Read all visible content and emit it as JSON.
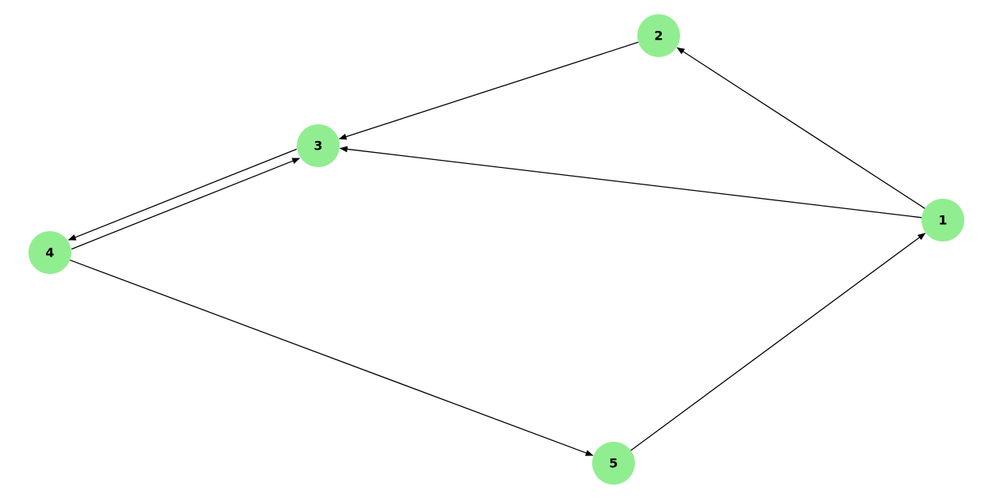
{
  "colors": {
    "node_fill": "#90ee90",
    "edge": "#000000",
    "background": "#ffffff"
  },
  "nodes": [
    {
      "id": "1",
      "label": "1"
    },
    {
      "id": "2",
      "label": "2"
    },
    {
      "id": "3",
      "label": "3"
    },
    {
      "id": "4",
      "label": "4"
    },
    {
      "id": "5",
      "label": "5"
    }
  ],
  "edges": [
    {
      "from": "1",
      "to": "2"
    },
    {
      "from": "1",
      "to": "3"
    },
    {
      "from": "2",
      "to": "3"
    },
    {
      "from": "3",
      "to": "4"
    },
    {
      "from": "4",
      "to": "3"
    },
    {
      "from": "4",
      "to": "5"
    },
    {
      "from": "5",
      "to": "1"
    }
  ]
}
